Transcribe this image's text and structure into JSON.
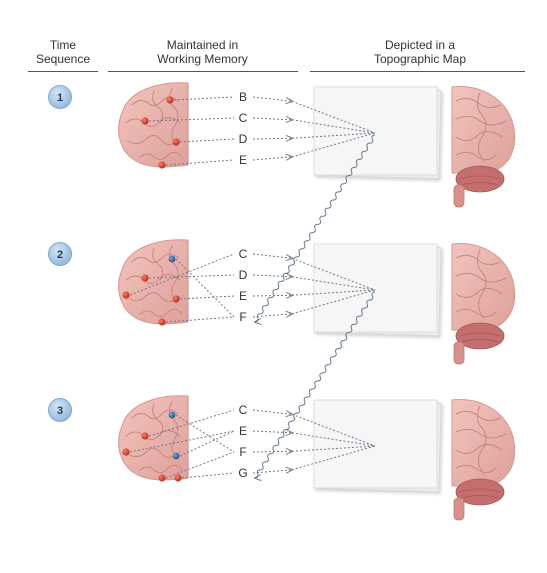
{
  "headers": {
    "time_line1": "Time",
    "time_line2": "Sequence",
    "maintained_line1": "Maintained in",
    "maintained_line2": "Working Memory",
    "depicted_line1": "Depicted in a",
    "depicted_line2": "Topographic Map"
  },
  "steps": [
    {
      "number": "1",
      "letters": [
        "B",
        "C",
        "D",
        "E"
      ],
      "blue_dots": 0
    },
    {
      "number": "2",
      "letters": [
        "C",
        "D",
        "E",
        "F"
      ],
      "blue_dots": 1
    },
    {
      "number": "3",
      "letters": [
        "C",
        "E",
        "F",
        "G"
      ],
      "blue_dots": 2
    }
  ],
  "colors": {
    "badge_fill": "#a9c9e6",
    "badge_stroke": "#7fa6cc",
    "brain_fill": "#eab3ad",
    "brain_gyri": "#c98880",
    "cerebellum": "#c46e6e",
    "red_dot": "#d43a2a",
    "blue_dot": "#2e6aa6",
    "dotted_line": "#6b7a8a",
    "map_paper": "#f6f6f6"
  },
  "icons": [
    "brain-hemisphere-icon",
    "brain-side-view-icon",
    "topographic-map-paper-icon"
  ]
}
